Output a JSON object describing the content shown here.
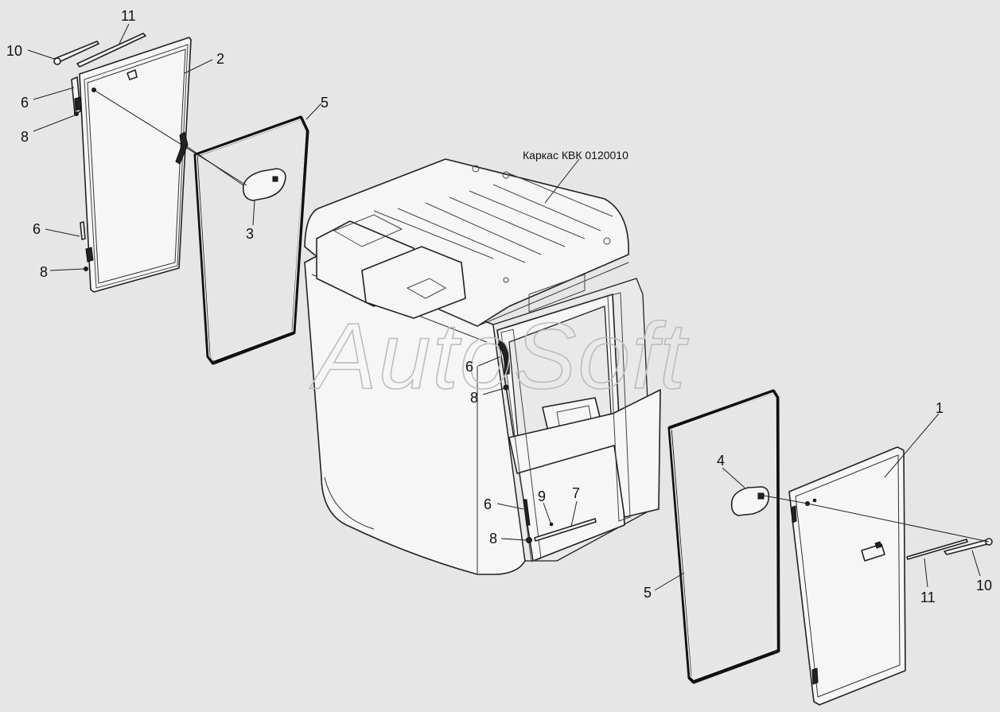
{
  "assembly_label": "Каркас КВК 0120010",
  "watermark": "AutoSoft",
  "callouts": {
    "left_door": {
      "wiper_blade": "11",
      "wiper_arm": "10",
      "door": "2",
      "seal": "5",
      "hinge_upper": "6",
      "pin_upper": "8",
      "hinge_lower": "6",
      "pin_lower": "8",
      "handle": "3"
    },
    "cabin": {
      "hinge_upper": "6",
      "pin_upper": "8",
      "hinge_lower": "6",
      "bolt": "9",
      "strip": "7",
      "pin_lower": "8"
    },
    "right_door": {
      "door": "1",
      "handle": "4",
      "seal": "5",
      "wiper_blade": "11",
      "wiper_arm": "10"
    }
  }
}
